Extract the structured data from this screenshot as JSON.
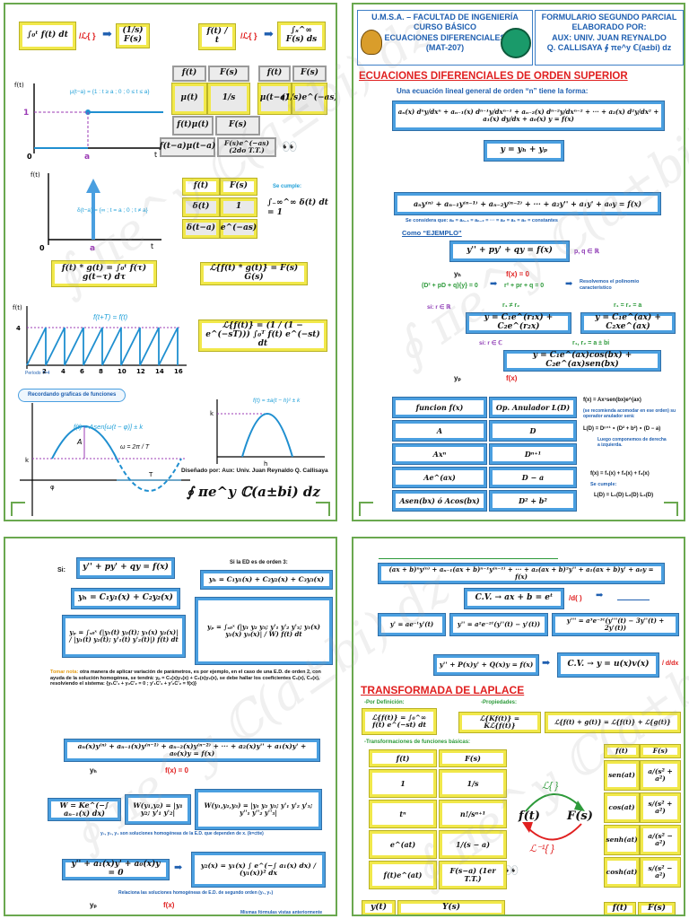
{
  "page1": {
    "laplace_integral_left": "∫₀ᵗ f(t) dt",
    "laplace_op": "/ℒ{ }",
    "laplace_integral_right": "(1/s) F(s)",
    "div_left": "f(t) / t",
    "div_right": "∫ₛ^∞ F(s) ds",
    "table1": [
      [
        "f(t)",
        "F(s)",
        "f(t)",
        "F(s)"
      ],
      [
        "μ(t)",
        "1/s",
        "μ(t−a)",
        "(1/s)e^(−as)"
      ],
      [
        "f(t)μ(t)",
        "F(s)",
        "",
        ""
      ],
      [
        "f(t−a)μ(t−a)",
        "F(s)e^(−as) (2do T.T.)",
        "",
        ""
      ]
    ],
    "step_label": "μ(t−a) = {1 : t ≥ a ; 0 ; 0 ≤ t ≤ a}",
    "step_axis_y": "f(t)",
    "step_axis_x": "t",
    "step_val_one": "1",
    "step_val_zero": "0",
    "step_val_a": "a",
    "delta_label": "δ(t−a) = {∞ ; t = a ; 0 ; t ≠ a}",
    "delta_note": "Se cumple:",
    "delta_integral": "∫₋∞^∞ δ(t) dt = 1",
    "table2": [
      [
        "f(t)",
        "F(s)"
      ],
      [
        "δ(t)",
        "1"
      ],
      [
        "δ(t−a)",
        "e^(−as)"
      ]
    ],
    "convolution_def": "f(t) * g(t) = ∫₀ᵗ f(τ) g(t−τ) dτ",
    "convolution_laplace": "ℒ{f(t) * g(t)} = F(s) G(s)",
    "periodic_label": "f(t+T) = f(t)",
    "periodic_period": "Período T=4",
    "periodic_ticks": [
      "2",
      "4",
      "6",
      "8",
      "10",
      "12",
      "14",
      "16"
    ],
    "periodic_y": "4",
    "periodic_formula": "ℒ{f(t)} = (1 / (1 − e^(−sT))) ∫₀ᵀ f(t) e^(−st) dt",
    "cloud_text": "Recordando graficas de funciones",
    "sine_label": "f(t) = Asen[ω(t − φ)] ± k",
    "omega": "ω = 2π / T",
    "sine_marks": [
      "A",
      "k",
      "T",
      "φ"
    ],
    "parabola_label": "f(t) = ±a(t − h)² ± k",
    "parabola_marks": [
      "k",
      "h"
    ],
    "designer": "Diseñado por: Aux: Univ. Juan Reynaldo Q. Callisaya",
    "signature": "∮ πe^y ℂ(a±bi) dz"
  },
  "page2": {
    "header_left": [
      "U.M.S.A. – FACULTAD DE INGENIERÍA",
      "CURSO BÁSICO",
      "ECUACIONES DIFERENCIALES",
      "(MAT-207)"
    ],
    "header_right": [
      "FORMULARIO SEGUNDO PARCIAL",
      "ELABORADO POR:",
      "AUX: UNIV. JUAN REYNALDO",
      "Q. CALLISAYA ∮ πe^y ℂ(a±bi) dz"
    ],
    "title": "ECUACIONES DIFERENCIALES DE ORDEN SUPERIOR",
    "subtitle": "Una ecuación lineal general de orden “n” tiene la forma:",
    "general_eq": "aₙ(x) dⁿy/dxⁿ + aₙ₋₁(x) dⁿ⁻¹y/dxⁿ⁻¹ + aₙ₋₂(x) dⁿ⁻²y/dxⁿ⁻² + ··· + a₂(x) d²y/dx² + a₁(x) dy/dx + a₀(x) y = f(x)",
    "solution_sum": "y = yₕ + yₚ",
    "const_eq": "aₙy⁽ⁿ⁾ + aₙ₋₁y⁽ⁿ⁻¹⁾ + aₙ₋₂y⁽ⁿ⁻²⁾ + ··· + a₂y'' + a₁y' + a₀y = f(x)",
    "const_note": "Se considera que: aₙ = aₙ₋₁ = aₙ₋₂ = ··· = a₂ = a₁ = a₀ = constantes",
    "example_label": "Como “EJEMPLO”",
    "example_eq": "y'' + py' + qy = f(x)",
    "example_pq": "p, q ∈ ℝ",
    "yh_label": "yₕ",
    "fx_zero": "f(x) = 0",
    "char_op": "(D² + pD + q){y} = 0",
    "char_poly": "r² + pr + q = 0",
    "char_note": "Resolvemos el polinomio característico",
    "case_real": "si: r ∈ ℝ",
    "case_r1r2": "r₁ ≠ r₂",
    "case_r1eqr2": "r₁ = r₂ = a",
    "sol_distinct": "y = C₁e^(r₁x) + C₂e^(r₂x)",
    "sol_equal": "y = C₁e^(ax) + C₂xe^(ax)",
    "case_complex": "si: r ∈ ℂ",
    "case_complex_roots": "r₁, r₂ = a ± bi",
    "sol_complex": "y = C₁e^(ax)cos(bx) + C₂e^(ax)sen(bx)",
    "yp_label": "yₚ",
    "fx_label": "f(x)",
    "annihilator_table": [
      [
        "funcion f(x)",
        "Op. Anulador L(D)"
      ],
      [
        "A",
        "D"
      ],
      [
        "Axⁿ",
        "Dⁿ⁺¹"
      ],
      [
        "Ae^(ax)",
        "D − a"
      ],
      [
        "Asen(bx) ó Acos(bx)",
        "D² + b²"
      ]
    ],
    "annihilator_note1": "f(x) = Axⁿsen(bx)e^(ax)",
    "annihilator_note2": "(se recomienda acomodar en ese orden) su operador anulador será:",
    "annihilator_note3": "L(D) = Dⁿ⁺¹ ∘ (D² + b²) ∘ (D − a)",
    "annihilator_note4": "Luego componemos de derecha a izquierda.",
    "sum_f": "f(x) = f₁(x) + f₂(x) + f₃(x)",
    "sum_note": "Se cumple:",
    "sum_L": "L(D) = L₁(D) L₂(D) L₃(D)"
  },
  "page3": {
    "si": "Si:",
    "eq2": "y'' + py' + qy = f(x)",
    "order3_note": "Si la ED es de orden 3:",
    "yh3": "yₕ = C₁y₁(x) + C₂y₂(x) + C₃y₃(x)",
    "yh2": "yₕ = C₁y₁(x) + C₂y₂(x)",
    "yp2": "yₚ = ∫ₓ₀ˣ (|y₁(t) y₂(t); y₁(x) y₂(x)| / |y₁(t) y₂(t); y'₁(t) y'₂(t)|) f(t) dt",
    "yp3": "yₚ = ∫ₓ₀ˣ (|y₁ y₂ y₃; y'₁ y'₂ y'₃; y₁(x) y₂(x) y₃(x)| / W) f(t) dt",
    "note_title": "Tomar nota:",
    "note_text": "otra manera de aplicar variación de parámetros, es por ejemplo, en el caso de una E.D. de orden 2, con ayuda de la solución homogénea, se tendrá: yₚ = C₁(x)y₁(x) + C₂(x)y₂(x), se debe hallar los coeficientes C₁(x), C₂(x), resolviendo el sistema: {y₁C'₁ + y₂C'₂ = 0 ; y'₁C'₁ + y'₂C'₂ = f(x)}",
    "gen_eq": "aₙ(x)y⁽ⁿ⁾ + aₙ₋₁(x)y⁽ⁿ⁻¹⁾ + aₙ₋₂(x)y⁽ⁿ⁻²⁾ + ··· + a₂(x)y'' + a₁(x)y' + a₀(x)y = f(x)",
    "yh": "yₕ",
    "fx_zero": "f(x) = 0",
    "abel": "W = Ke^(−∫ aₙ₋₁(x) dx)",
    "wronsk2": "W(y₁,y₂) = |y₁ y₂; y'₁ y'₂|",
    "wronsk3": "W(y₁,y₂,y₃) = |y₁ y₂ y₃; y'₁ y'₂ y'₃; y''₁ y''₂ y''₃|",
    "wronsk_note": "y₁, y₂, y₃ son soluciones homogéneas de la E.D. que dependen de x. (k=ctte)",
    "red_eq": "y'' + a₁(x)y' + a₀(x)y = 0",
    "red_sol": "y₂(x) = y₁(x) ∫ e^(−∫ a₁(x) dx) / (y₁(x))² dx",
    "red_note": "Relaciona las soluciones homogéneas de E.D. de segundo orden (y₁, y₂)",
    "yp": "yₚ",
    "fx": "f(x)",
    "bottom_note": "Mismas fórmulas vistas anteriormente"
  },
  "page4": {
    "legendre_eq": "(ax + b)ⁿy⁽ⁿ⁾ + aₙ₋₁(ax + b)ⁿ⁻¹y⁽ⁿ⁻¹⁾ + ··· + a₂(ax + b)²y'' + a₁(ax + b)y' + a₀y = f(x)",
    "cv_label": "C.V. → ax + b = eᵗ",
    "d_op": "/d( )",
    "d1": "y' = ae⁻ᵗy'(t)",
    "d2": "y'' = a²e⁻²ᵗ(y''(t) − y'(t))",
    "d3": "y''' = a³e⁻³ᵗ(y'''(t) − 3y''(t) + 2y'(t))",
    "ber_eq": "y'' + P(x)y' + Q(x)y = f(x)",
    "ber_cv": "C.V. → y = u(x)v(x)",
    "ber_op": "/ d/dx",
    "title": "TRANSFORMADA DE LAPLACE",
    "def_label": "-Por Definición:",
    "def_formula": "ℒ{f(t)} = ∫₀^∞ f(t) e^(−st) dt",
    "prop_label": "-Propiedades:",
    "prop1": "ℒ{Kf(t)} = Kℒ{f(t)}",
    "prop2": "ℒ{f(t) + g(t)} = ℒ{f(t)} + ℒ{g(t)}",
    "basic_label": "-Transformaciones de funciones básicas:",
    "basic_table": [
      [
        "f(t)",
        "F(s)"
      ],
      [
        "1",
        "1/s"
      ],
      [
        "tⁿ",
        "n!/sⁿ⁺¹"
      ],
      [
        "e^(at)",
        "1/(s − a)"
      ],
      [
        "f(t)e^(at)",
        "F(s−a) (1er T.T.)"
      ]
    ],
    "trig_table": [
      [
        "f(t)",
        "F(s)"
      ],
      [
        "sen(at)",
        "a/(s² + a²)"
      ],
      [
        "cos(at)",
        "s/(s² + a²)"
      ],
      [
        "senh(at)",
        "a/(s² − a²)"
      ],
      [
        "cosh(at)",
        "s/(s² − a²)"
      ]
    ],
    "L_top": "ℒ{ }",
    "L_bottom": "ℒ⁻¹{ }",
    "ft": "f(t)",
    "Fs": "F(s)",
    "bottom_row": [
      "y(t)",
      "Y(s)",
      "f(t)",
      "F(s)"
    ]
  },
  "watermark": "∮ πe^y ℂ(a±bi) dz",
  "colors": {
    "yellow_frame": "#f1e84a",
    "blue_frame": "#4a9fe0",
    "title_red": "#e02020",
    "page_border": "#6aa84f"
  }
}
